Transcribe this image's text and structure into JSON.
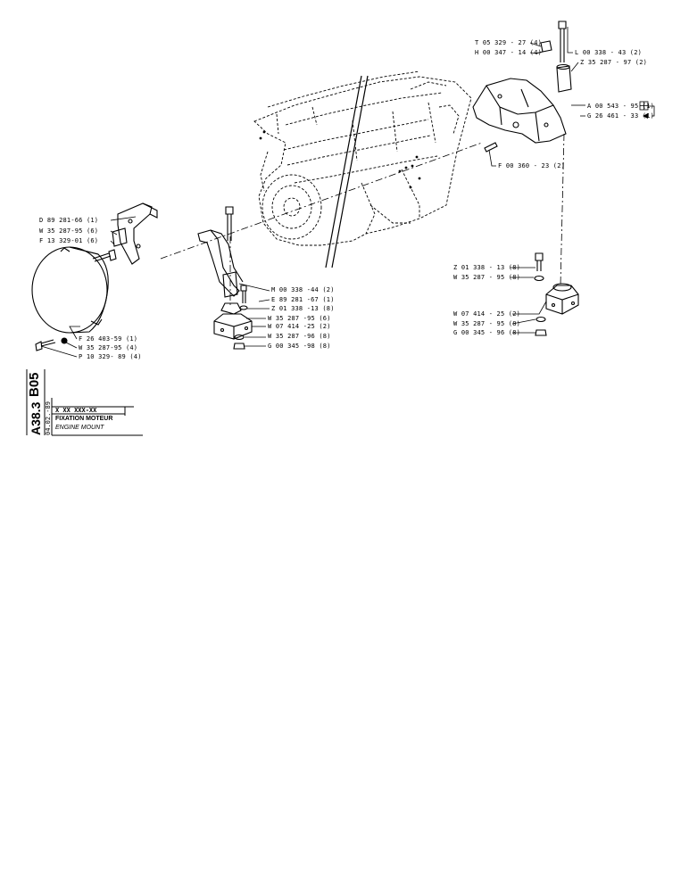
{
  "parts_left_group": [
    "D 89 281-66 (1)",
    "W 35 287-95 (6)",
    "F 13 329-01 (6)",
    "F 26 403-59 (1)",
    "W 35 287-95 (4)",
    "P 10 329- 89 (4)"
  ],
  "parts_center_group": [
    "M 00 338 -44 (2)",
    "E 89 281 -67 (1)",
    "Z 01 338 -13 (8)",
    "W 35 287 -95 (6)",
    "W 07 414 -25 (2)",
    "W 35 287 -96 (8)",
    "G 00 345 -98 (8)"
  ],
  "parts_top_right_group": [
    "T 05 329 - 27 (4)",
    "H 00 347 - 14 (4)",
    "L 00 338 - 43 (2)",
    "Z 35 287 - 97 (2)",
    "A 00 543 - 95 (1)",
    "G 26 461 - 33 (1)",
    "F 00 360 - 23 (2)"
  ],
  "parts_bottom_right_group": [
    "Z 01 338 - 13 (8)",
    "W 35 287 - 95 (8)",
    "W 07 414 - 25 (2)",
    "W 35 287 - 95 (8)",
    "G 00 345 - 96 (8)"
  ],
  "title_block": {
    "page_code": "B05",
    "page_ref": "A38.3",
    "date": "04.02.-89",
    "part_number": "X  XX  XXX-XX",
    "title_fr": "FIXATION MOTEUR",
    "title_en": "ENGINE MOUNT"
  }
}
